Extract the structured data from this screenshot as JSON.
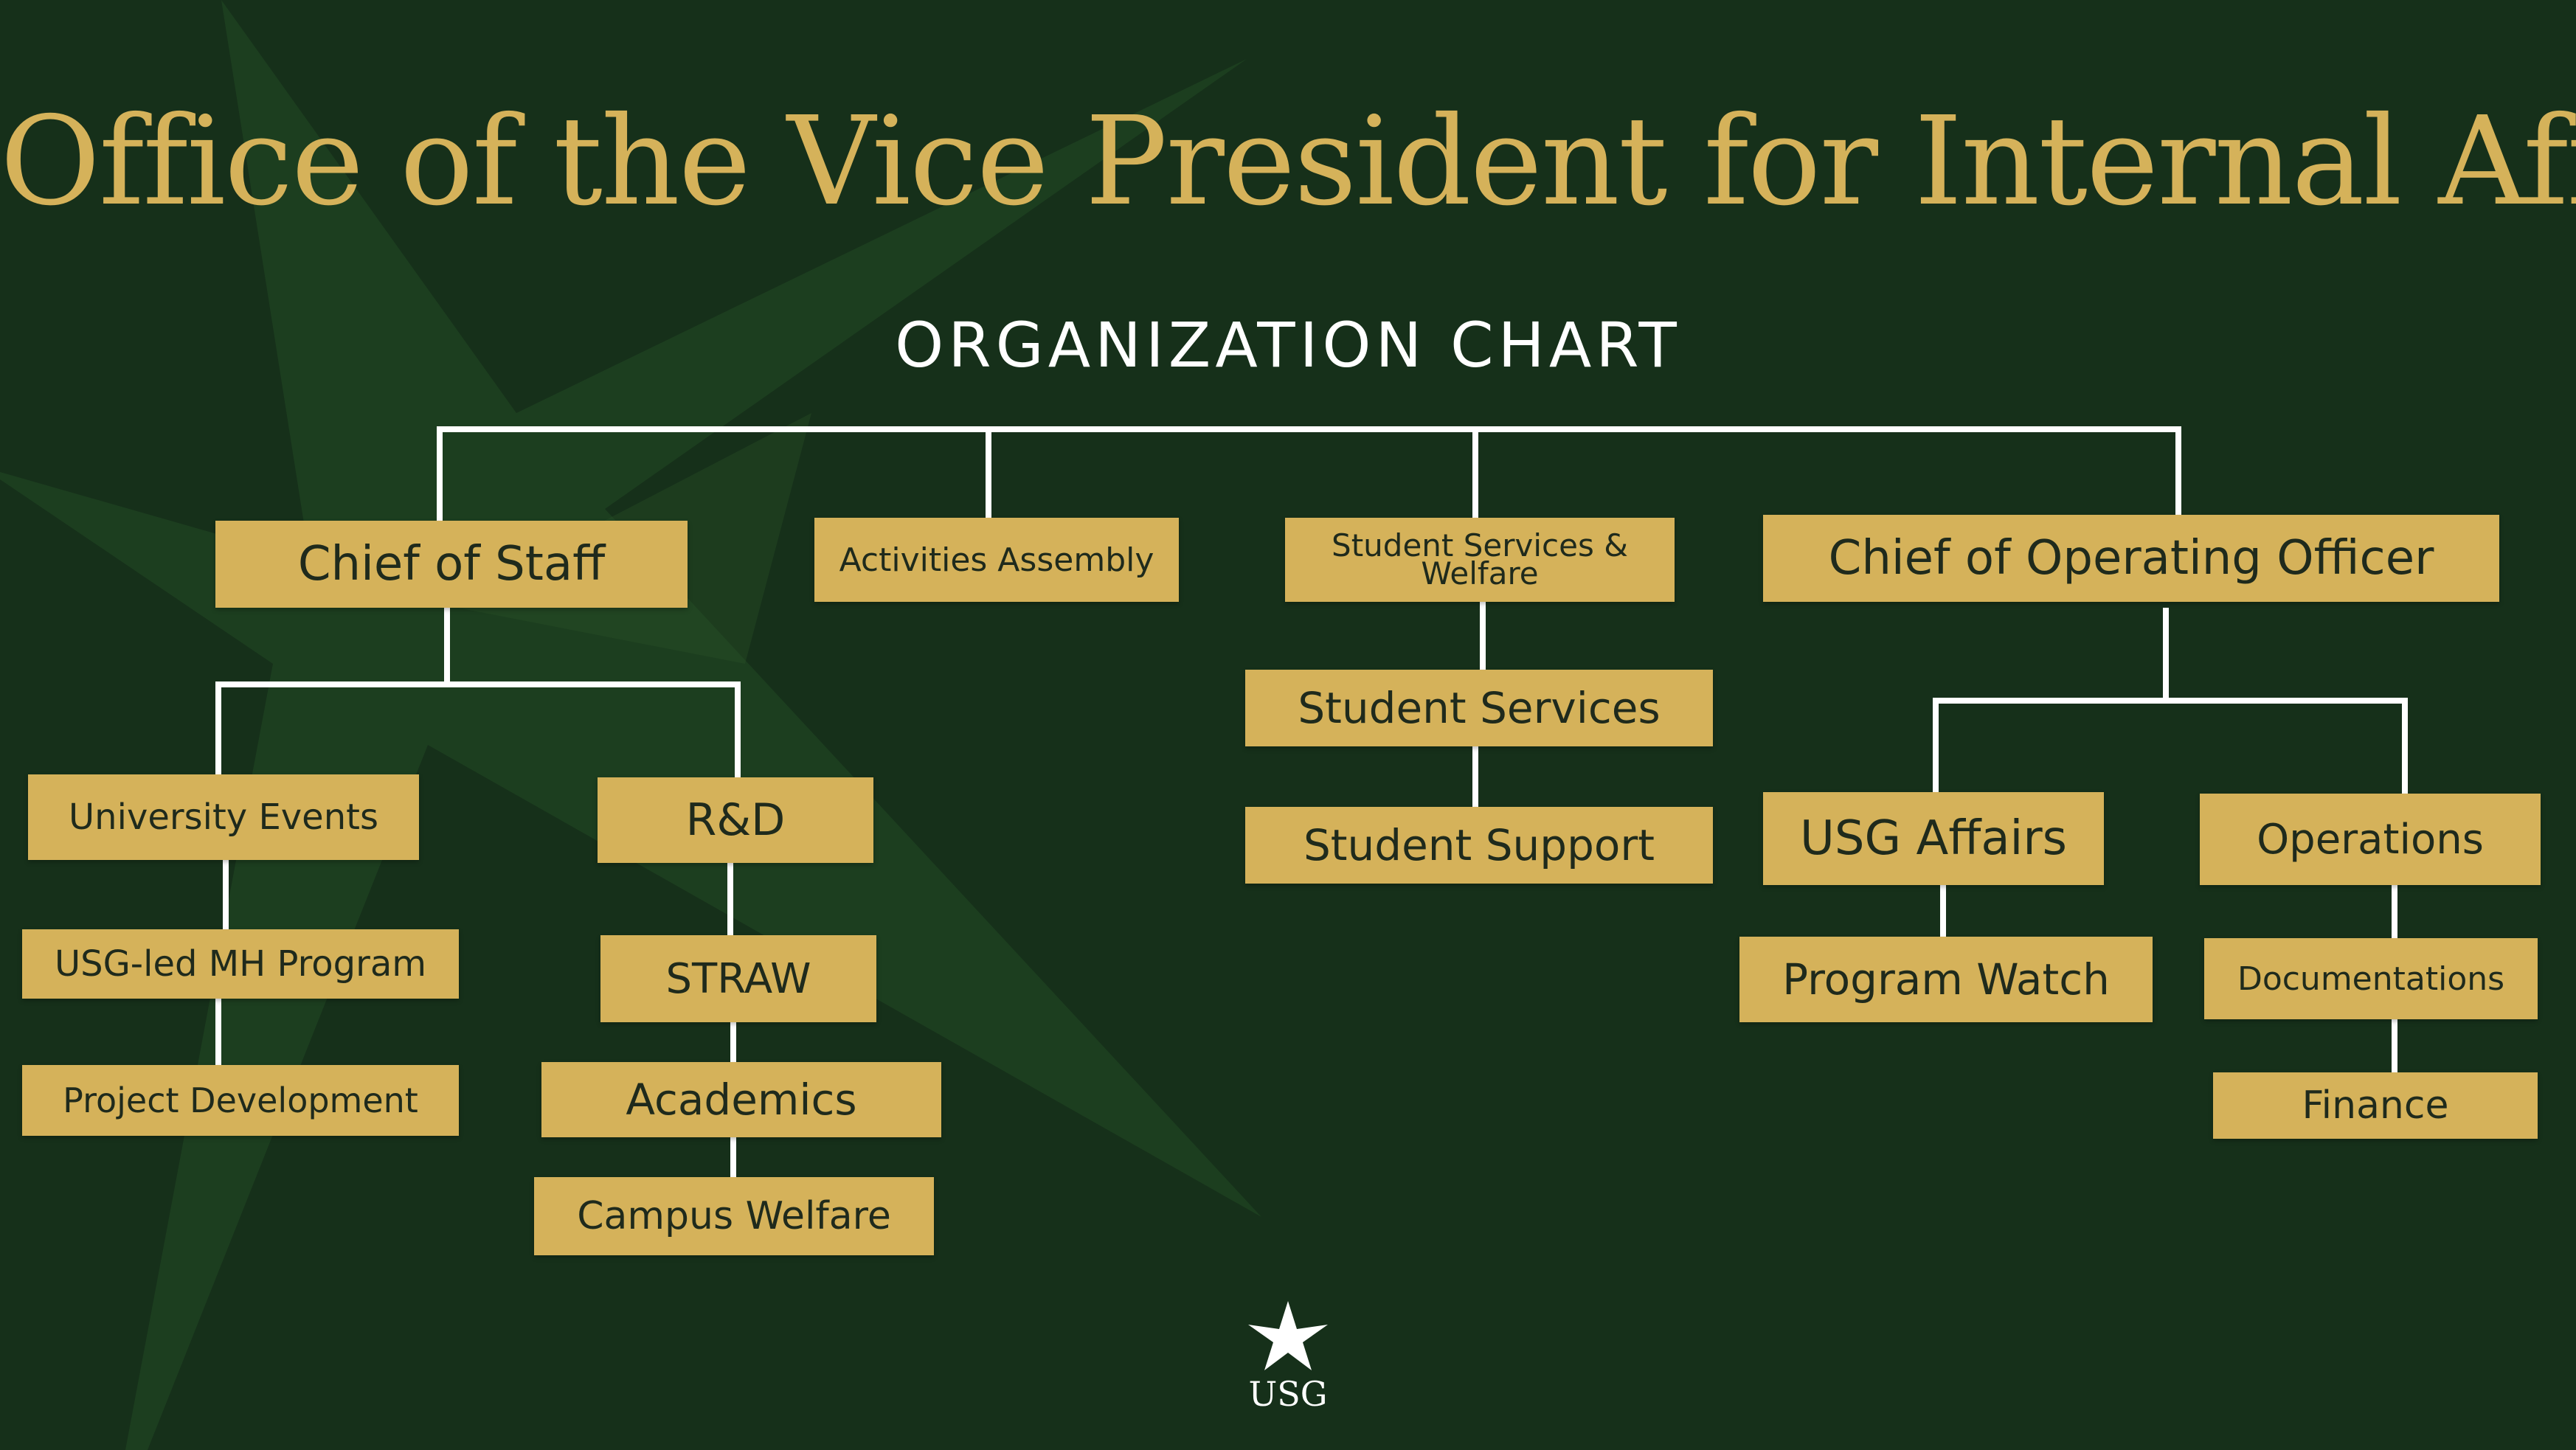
{
  "title": "Office of the Vice President for Internal Affairs",
  "subtitle": "ORGANIZATION CHART",
  "nodes": {
    "chief_of_staff": "Chief of Staff",
    "activities_assembly": "Activities Assembly",
    "student_services_welfare": "Student Services & Welfare",
    "chief_operating_officer": "Chief of Operating Officer",
    "university_events": "University Events",
    "usg_led_mh_program": "USG-led MH Program",
    "project_development": "Project Development",
    "rnd": "R&D",
    "straw": "STRAW",
    "academics": "Academics",
    "campus_welfare": "Campus Welfare",
    "student_services": "Student Services",
    "student_support": "Student Support",
    "usg_affairs": "USG Affairs",
    "program_watch": "Program Watch",
    "operations": "Operations",
    "documentations": "Documentations",
    "finance": "Finance"
  },
  "logo": {
    "text": "USG",
    "icon": "star-icon"
  },
  "colors": {
    "background": "#16301a",
    "accent": "#d5b25a",
    "line": "#ffffff",
    "box_text": "#1f2a1c"
  }
}
